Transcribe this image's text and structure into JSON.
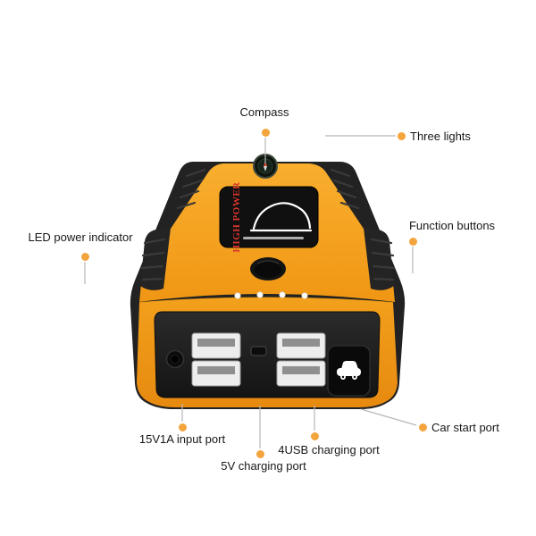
{
  "diagram": {
    "subject": "car-jump-starter-power-bank",
    "colors": {
      "accent_dot": "#f3a43d",
      "connector_line": "#b8b8b8",
      "body_orange": "#f3a01c",
      "body_black": "#222222",
      "brand_red": "#d6352b"
    }
  },
  "callouts": {
    "compass": {
      "label": "Compass"
    },
    "three_lights": {
      "label": "Three lights"
    },
    "function_buttons": {
      "label": "Function buttons"
    },
    "led_power_indicator": {
      "label": "LED power indicator"
    },
    "car_start_port": {
      "label": "Car start port"
    },
    "usb_charging_port": {
      "label": "4USB charging port"
    },
    "five_v_charging_port": {
      "label": "5V charging port"
    },
    "input_port": {
      "label": "15V1A input port"
    }
  },
  "device": {
    "brand_text": "HIGH POWER",
    "led_count": 4,
    "usb_port_count": 4
  }
}
